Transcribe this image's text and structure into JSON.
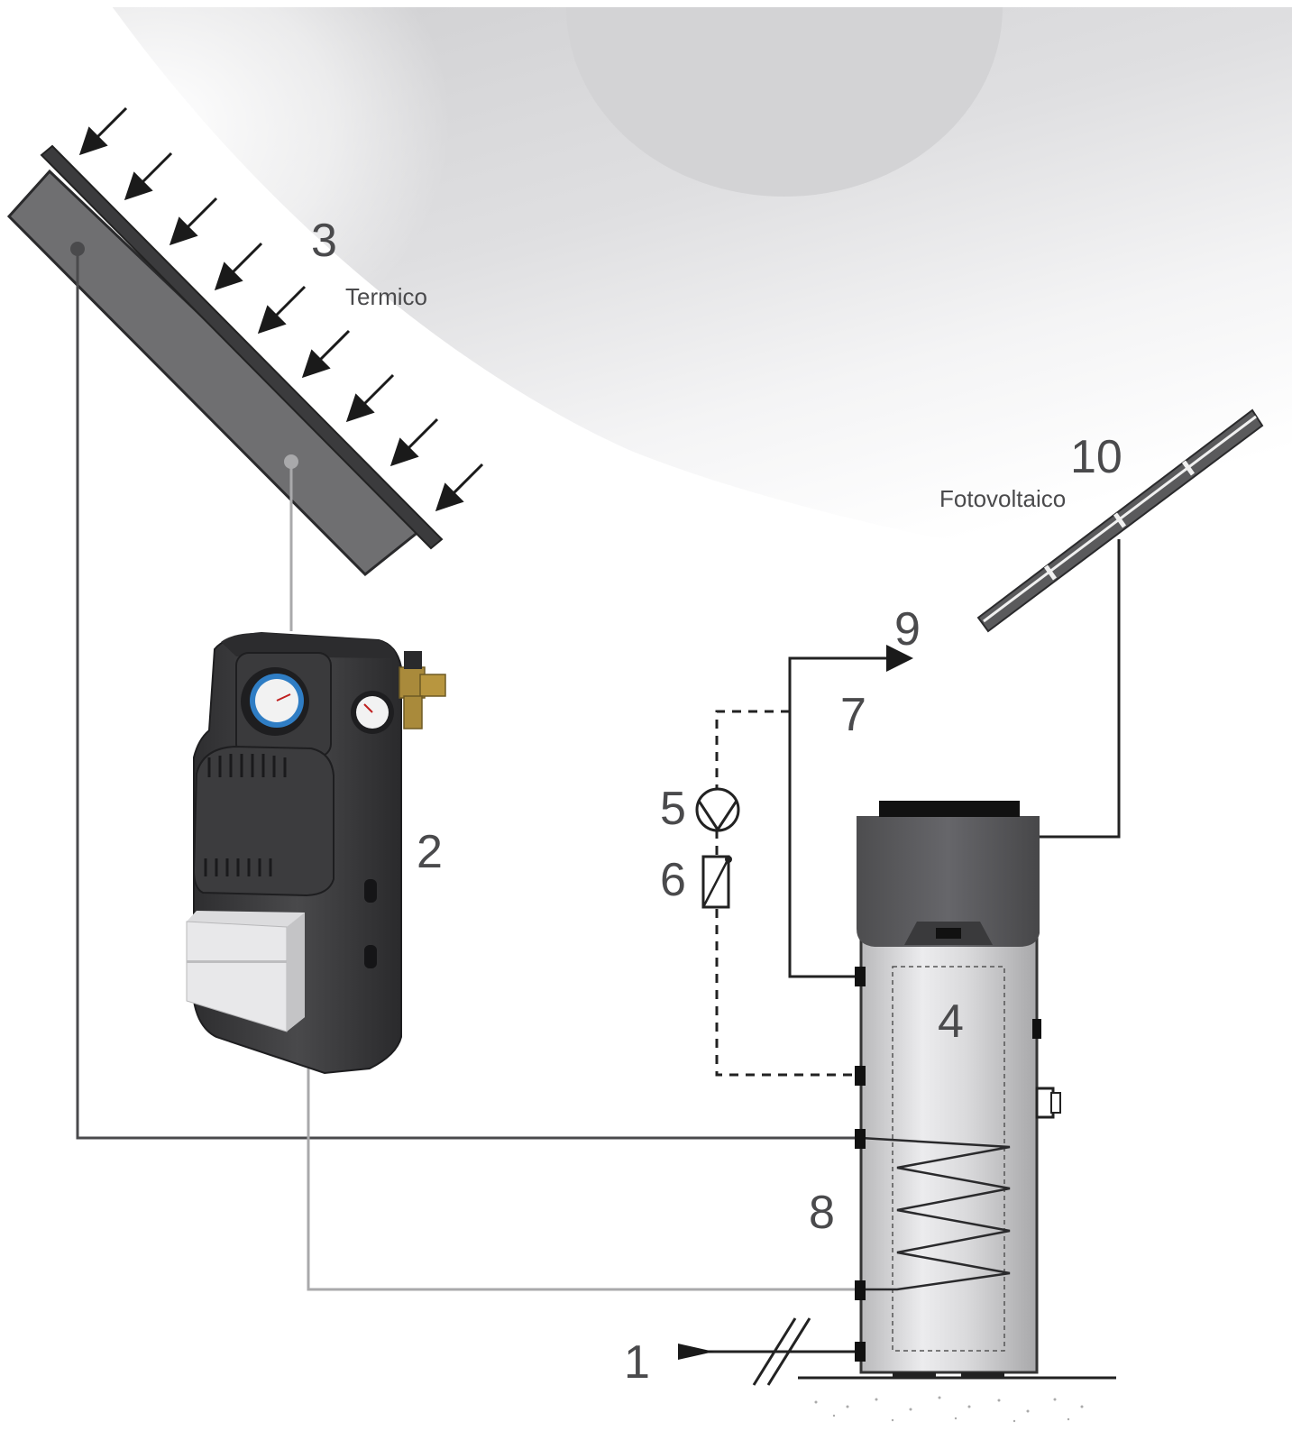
{
  "labels": {
    "n1": "1",
    "n2": "2",
    "n3": "3",
    "n4": "4",
    "n5": "5",
    "n6": "6",
    "n7": "7",
    "n8": "8",
    "n9": "9",
    "n10": "10",
    "thermal_caption": "Termico",
    "pv_caption": "Fotovoltaico"
  },
  "colors": {
    "sky_gray": "#dcdcde",
    "panel_dark": "#3b3b3d",
    "panel_mid": "#6f6f71",
    "pipe_dark": "#4a4a4c",
    "pipe_light": "#a9a9ab",
    "tank_top": "#58585a",
    "tank_body": "#d8d8da",
    "text": "#4a4a4c"
  }
}
